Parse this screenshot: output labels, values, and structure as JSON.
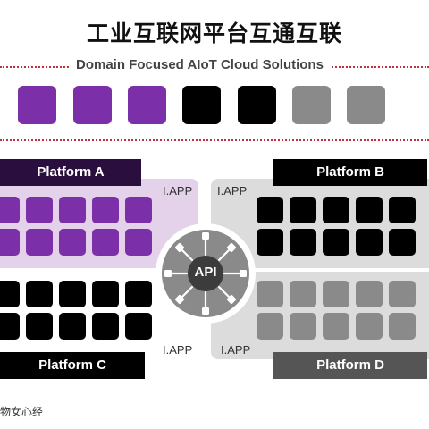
{
  "header": {
    "title": "工业互联网平台互通互联",
    "subtitle": "Domain Focused AIoT Cloud Solutions"
  },
  "platforms": {
    "a": {
      "label": "Platform A",
      "app_label": "I.APP"
    },
    "b": {
      "label": "Platform B",
      "app_label": "I.APP"
    },
    "c": {
      "label": "Platform C",
      "app_label": "I.APP"
    },
    "d": {
      "label": "Platform D",
      "app_label": "I.APP"
    }
  },
  "hub": {
    "label": "API"
  },
  "footer": {
    "text": "物女心经"
  },
  "colors": {
    "purple": "#7b2fa9",
    "black": "#000000",
    "gray": "#8a8a8a",
    "panel_a_bg": "#e3d2ea",
    "panel_gray_bg": "#dcdcdc",
    "accent_red": "#c0303a"
  }
}
